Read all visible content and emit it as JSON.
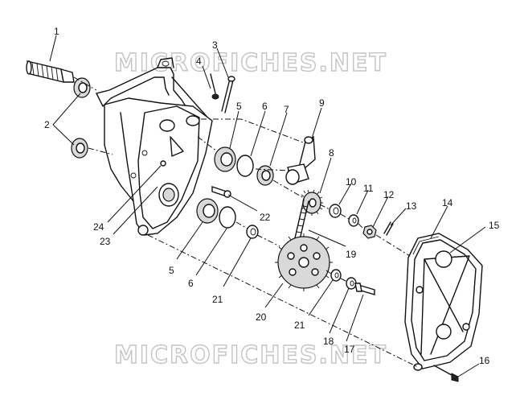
{
  "watermark": {
    "top": "MICROFICHES.NET",
    "bottom": "MICROFICHES.NET"
  },
  "part_labels": [
    "1",
    "2",
    "3",
    "4",
    "5",
    "6",
    "7",
    "9",
    "8",
    "10",
    "11",
    "12",
    "13",
    "14",
    "15",
    "24",
    "22",
    "23",
    "5",
    "6",
    "21",
    "19",
    "20",
    "21",
    "18",
    "17",
    "16"
  ]
}
